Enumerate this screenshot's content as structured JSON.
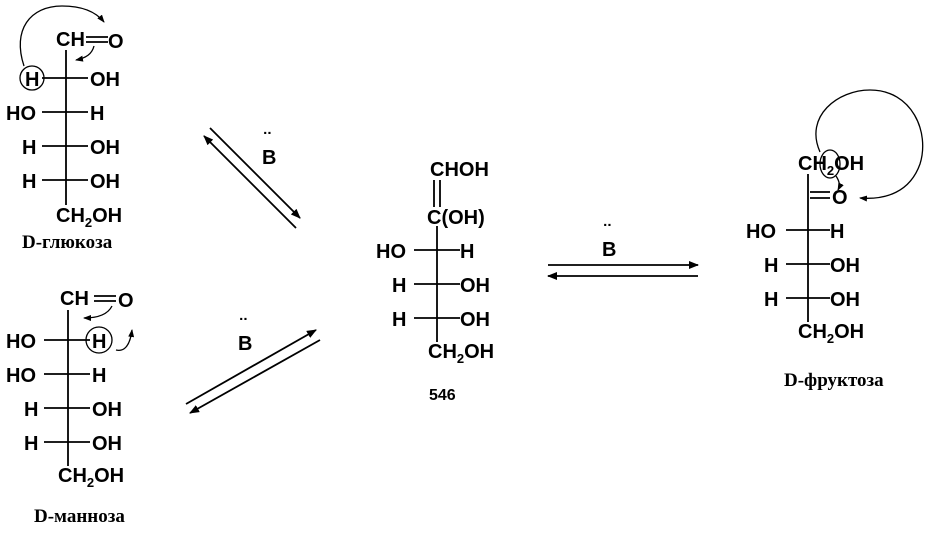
{
  "glucose": {
    "top": "CH",
    "top_o": "O",
    "r1_left": "H",
    "r1_right": "OH",
    "r2_left": "HO",
    "r2_right": "H",
    "r3_left": "H",
    "r3_right": "OH",
    "r4_left": "H",
    "r4_right": "OH",
    "bottom_pre": "CH",
    "bottom_sub": "2",
    "bottom_post": "OH",
    "caption": "D-глюкоза"
  },
  "mannose": {
    "top": "CH",
    "top_o": "O",
    "r1_left": "HO",
    "r1_right": "H",
    "r2_left": "HO",
    "r2_right": "H",
    "r3_left": "H",
    "r3_right": "OH",
    "r4_left": "H",
    "r4_right": "OH",
    "bottom_pre": "CH",
    "bottom_sub": "2",
    "bottom_post": "OH",
    "caption": "D-манноза"
  },
  "enediol": {
    "top": "CHOH",
    "c2": "C(OH)",
    "r1_left": "HO",
    "r1_right": "H",
    "r2_left": "H",
    "r2_right": "OH",
    "r3_left": "H",
    "r3_right": "OH",
    "bottom_pre": "CH",
    "bottom_sub": "2",
    "bottom_post": "OH",
    "number": "546"
  },
  "fructose": {
    "top_pre": "CH",
    "top_sub": "2",
    "top_post": "OH",
    "c2_o": "O",
    "r1_left": "HO",
    "r1_right": "H",
    "r2_left": "H",
    "r2_right": "OH",
    "r3_left": "H",
    "r3_right": "OH",
    "bottom_pre": "CH",
    "bottom_sub": "2",
    "bottom_post": "OH",
    "caption": "D-фруктоза"
  },
  "base_label": "B",
  "base_dots": "¨"
}
